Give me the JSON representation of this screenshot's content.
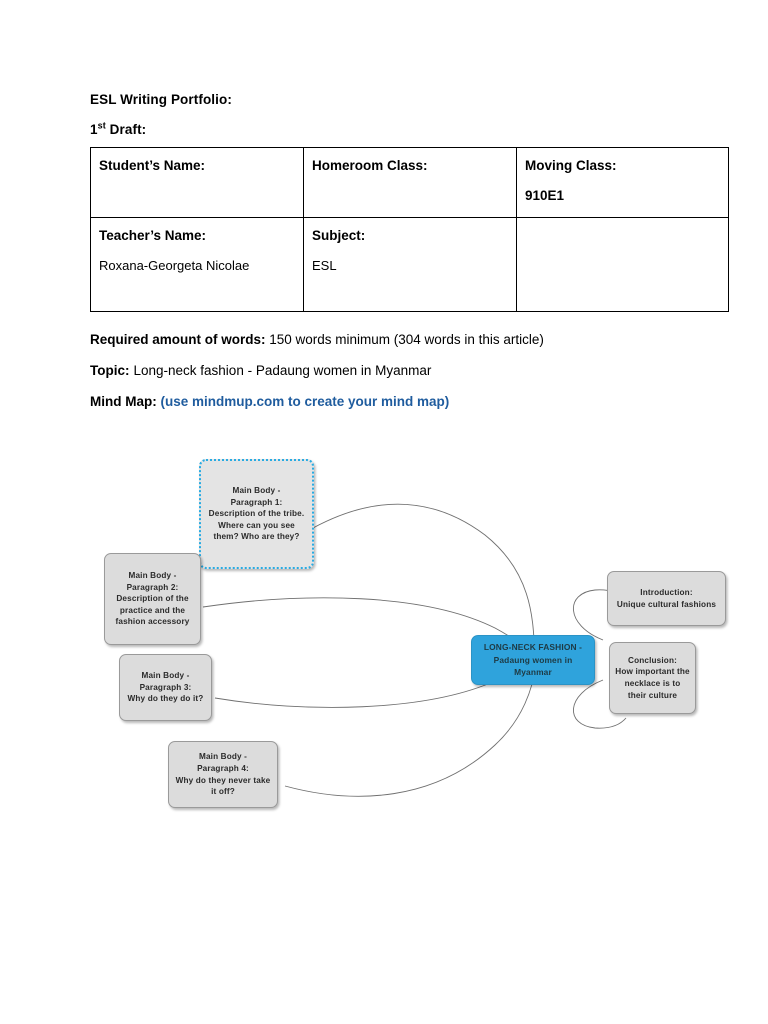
{
  "document": {
    "heading_1": "ESL Writing Portfolio:",
    "heading_2_num": "1",
    "heading_2_sup": "st",
    "heading_2_rest": " Draft:"
  },
  "table": {
    "rows": [
      {
        "cells": [
          {
            "label": "Student’s Name:",
            "value": ""
          },
          {
            "label": "Homeroom Class:",
            "value": ""
          },
          {
            "label": "Moving Class:",
            "value": "910E1",
            "value_bold": true
          }
        ]
      },
      {
        "cells": [
          {
            "label": "Teacher’s Name:",
            "value": "Roxana-Georgeta Nicolae"
          },
          {
            "label": "Subject:",
            "value": "ESL"
          },
          {
            "label": "",
            "value": ""
          }
        ]
      }
    ]
  },
  "info": {
    "words_label": "Required amount of words:",
    "words_value": " 150 words minimum (304 words in this article)",
    "topic_label": "Topic:",
    "topic_value": "Long-neck fashion - Padaung women in Myanmar",
    "mindmap_label": "Mind Map:",
    "mindmap_link": " (use mindmup.com to create your mind map)"
  },
  "mindmap": {
    "central_color": "#2fa3dc",
    "node_color": "#dcdcdc",
    "selection_color": "#29abe2",
    "connector_color": "#6f6f6f",
    "nodes": [
      {
        "id": "para1",
        "text": "Main Body -\nParagraph 1:\nDescription of the tribe.\nWhere can you see them? Who are they?"
      },
      {
        "id": "para2",
        "text": "Main Body -\nParagraph 2:\nDescription of the practice and the fashion accessory"
      },
      {
        "id": "para3",
        "text": "Main Body -\nParagraph 3:\nWhy do they do it?"
      },
      {
        "id": "para4",
        "text": "Main Body -\nParagraph 4:\nWhy do they never take it off?"
      },
      {
        "id": "central",
        "text": "LONG-NECK FASHION -\nPadaung women in Myanmar"
      },
      {
        "id": "intro",
        "text": "Introduction:\nUnique cultural fashions"
      },
      {
        "id": "conclusion",
        "text": "Conclusion:\nHow important the necklace is to their culture"
      }
    ]
  }
}
